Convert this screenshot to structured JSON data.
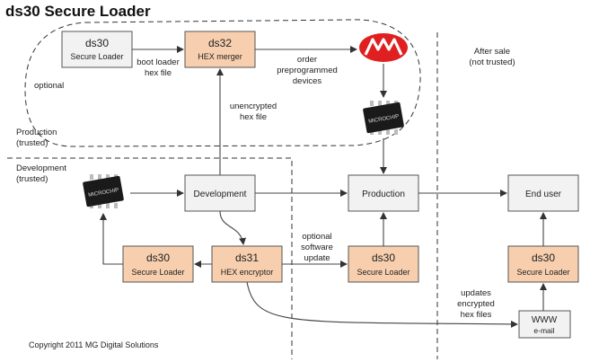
{
  "title": "ds30 Secure Loader",
  "boxes": {
    "ds30_top": {
      "line1": "ds30",
      "line2": "Secure Loader"
    },
    "ds32": {
      "line1": "ds32",
      "line2": "HEX merger"
    },
    "development": {
      "label": "Development"
    },
    "production": {
      "label": "Production"
    },
    "end_user": {
      "label": "End user"
    },
    "ds30_left": {
      "line1": "ds30",
      "line2": "Secure Loader"
    },
    "ds31": {
      "line1": "ds31",
      "line2": "HEX encryptor"
    },
    "ds30_mid": {
      "line1": "ds30",
      "line2": "Secure Loader"
    },
    "ds30_right": {
      "line1": "ds30",
      "line2": "Secure Loader"
    },
    "www": {
      "line1": "WWW",
      "line2": "e-mail"
    }
  },
  "labels": {
    "boot_loader_hex_file": [
      "boot loader",
      "hex file"
    ],
    "order_preprogrammed": [
      "order",
      "preprogrammed",
      "devices"
    ],
    "unencrypted_hex_file": [
      "unencrypted",
      "hex file"
    ],
    "optional": "optional",
    "optional_software_update": [
      "optional",
      "software",
      "update"
    ],
    "updates_encrypted": [
      "updates",
      "encrypted",
      "hex files"
    ]
  },
  "regions": {
    "production": [
      "Production",
      "(trusted)"
    ],
    "development": [
      "Development",
      "(trusted)"
    ],
    "after_sale": [
      "After sale",
      "(not trusted)"
    ]
  },
  "copyright": "Copyright 2011 MG Digital Solutions",
  "colors": {
    "orange_box": "#f8cfae",
    "plain_box": "#f2f2f2",
    "logo_red": "#e02020",
    "chip_body": "#1a1a1a"
  },
  "icons": [
    "chip-icon",
    "microchip-logo-icon"
  ]
}
